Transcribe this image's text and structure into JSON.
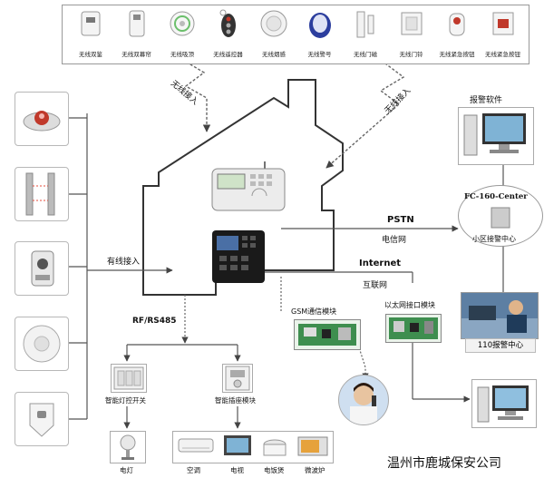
{
  "top_devices": [
    {
      "label": "无线双鉴",
      "icon": "pir-sensor-icon"
    },
    {
      "label": "无线双幕帘",
      "icon": "curtain-sensor-icon"
    },
    {
      "label": "无线吸顶",
      "icon": "ceiling-sensor-icon"
    },
    {
      "label": "无线遥控器",
      "icon": "remote-key-icon"
    },
    {
      "label": "无线烟感",
      "icon": "smoke-detector-icon"
    },
    {
      "label": "无线警号",
      "icon": "siren-icon"
    },
    {
      "label": "无线门磁",
      "icon": "door-contact-icon"
    },
    {
      "label": "无线门铃",
      "icon": "doorbell-icon"
    },
    {
      "label": "无线紧急按钮",
      "icon": "panic-button-icon"
    },
    {
      "label": "无线紧急按钮",
      "icon": "emergency-button-icon"
    }
  ],
  "wireless_left": "无线接入",
  "wireless_right": "无线接入",
  "wired_access": "有线接入",
  "pstn": {
    "title": "PSTN",
    "sub": "电信网"
  },
  "internet": {
    "title": "Internet",
    "sub": "互联网"
  },
  "rf": "RF/RS485",
  "gsm": "GSM通信模块",
  "ethernet": "以太网接口模块",
  "alarm_software": "报警软件",
  "center": {
    "title": "FC-160-Center",
    "sub": "小区接警中心"
  },
  "police": "110报警中心",
  "light_switch": "智能灯控开关",
  "socket_module": "智能插座模块",
  "lamp": "电灯",
  "appliances": [
    "空调",
    "电视",
    "电饭煲",
    "微波炉"
  ],
  "company": "温州市鹿城保安公司",
  "colors": {
    "line": "#555555",
    "dash": "#666666",
    "house": "#333333",
    "panel": "#1a1a1a"
  }
}
